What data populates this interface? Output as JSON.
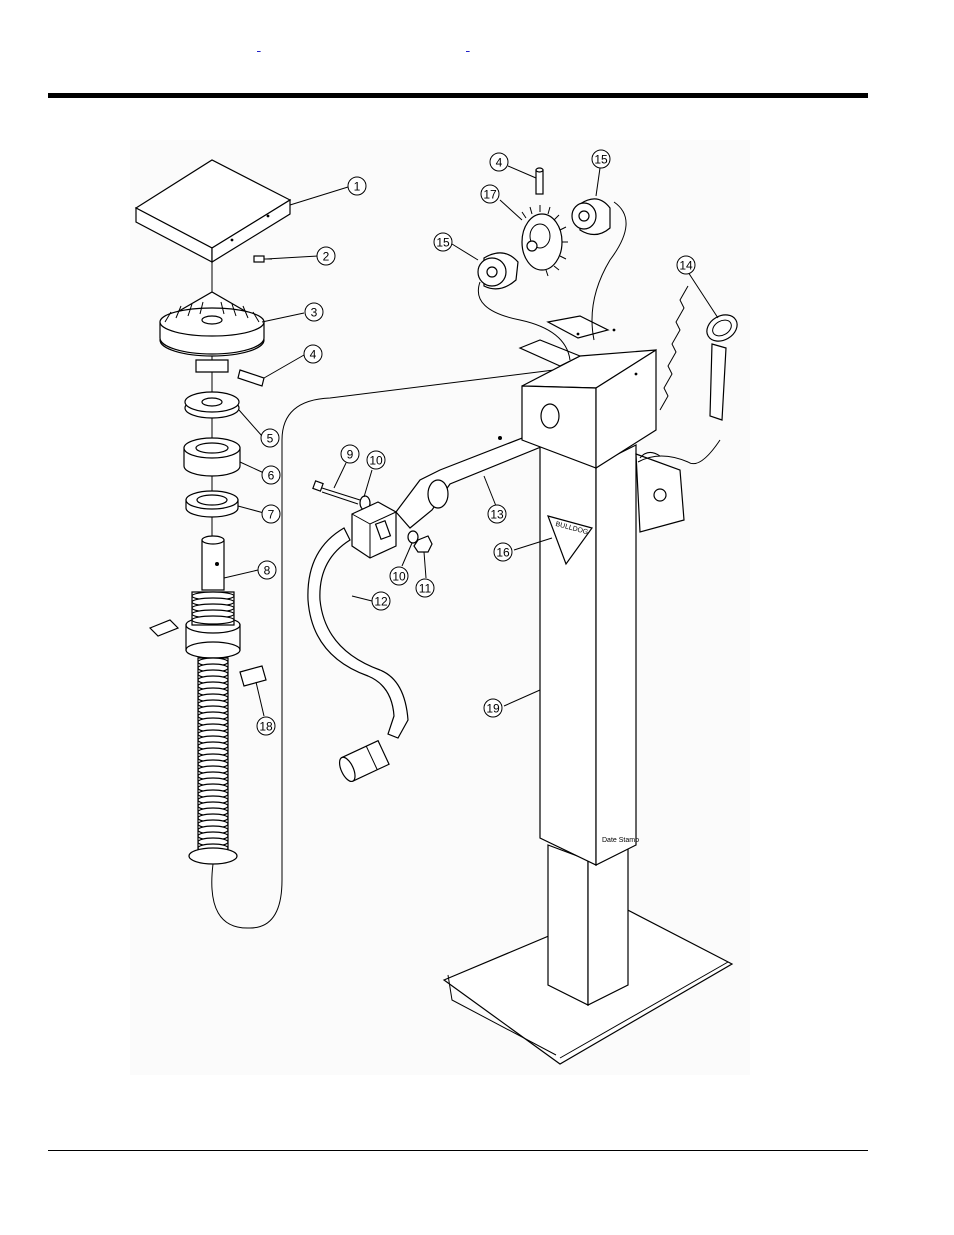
{
  "header": {
    "link_a": "",
    "link_b": ""
  },
  "decal": {
    "brand": "BULLDOG"
  },
  "callouts": [
    {
      "id": "c1",
      "label": "1"
    },
    {
      "id": "c2",
      "label": "2"
    },
    {
      "id": "c3",
      "label": "3"
    },
    {
      "id": "c4a",
      "label": "4"
    },
    {
      "id": "c5",
      "label": "5"
    },
    {
      "id": "c6",
      "label": "6"
    },
    {
      "id": "c7",
      "label": "7"
    },
    {
      "id": "c8",
      "label": "8"
    },
    {
      "id": "c18",
      "label": "18"
    },
    {
      "id": "c9",
      "label": "9"
    },
    {
      "id": "c10a",
      "label": "10"
    },
    {
      "id": "c10b",
      "label": "10"
    },
    {
      "id": "c11",
      "label": "11"
    },
    {
      "id": "c12",
      "label": "12"
    },
    {
      "id": "c13",
      "label": "13"
    },
    {
      "id": "c16",
      "label": "16"
    },
    {
      "id": "c19",
      "label": "19"
    },
    {
      "id": "c4b",
      "label": "4"
    },
    {
      "id": "c17",
      "label": "17"
    },
    {
      "id": "c15a",
      "label": "15"
    },
    {
      "id": "c15b",
      "label": "15"
    },
    {
      "id": "c14",
      "label": "14"
    }
  ]
}
